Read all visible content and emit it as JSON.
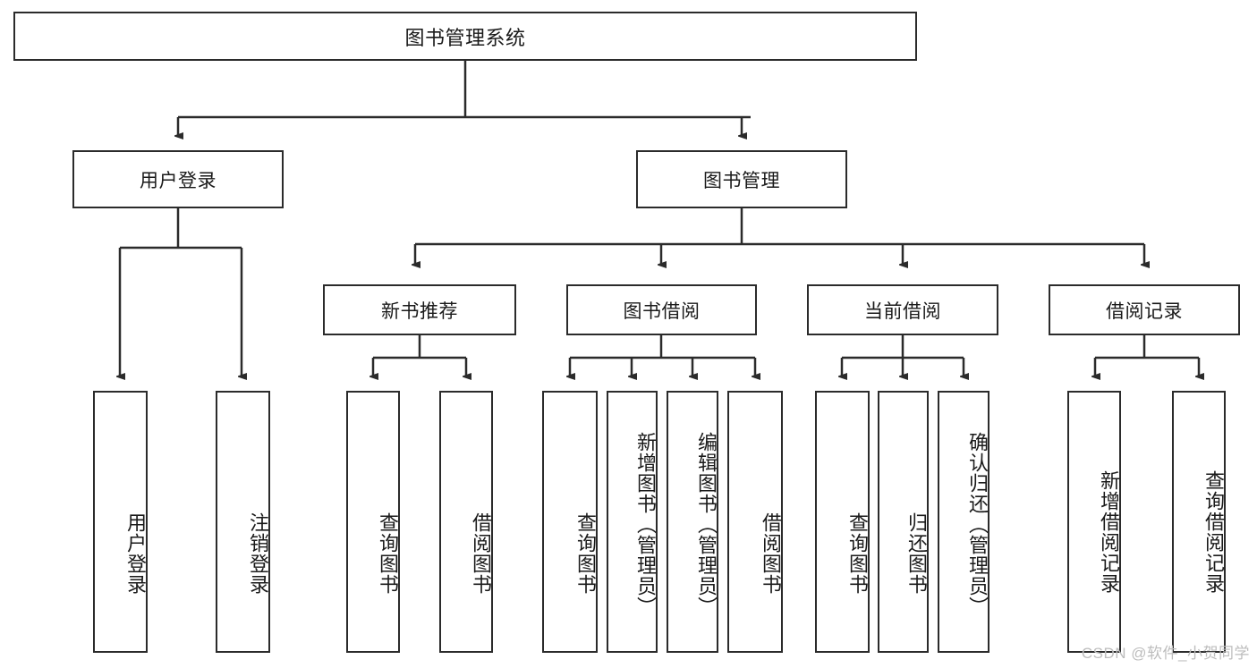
{
  "diagram": {
    "type": "tree",
    "title": "图书管理系统",
    "root": {
      "label": "图书管理系统"
    },
    "level1": [
      {
        "label": "用户登录"
      },
      {
        "label": "图书管理"
      }
    ],
    "level2": [
      {
        "label": "新书推荐"
      },
      {
        "label": "图书借阅"
      },
      {
        "label": "当前借阅"
      },
      {
        "label": "借阅记录"
      }
    ],
    "leaves": {
      "user_login": [
        {
          "label": "用户登录"
        },
        {
          "label": "注销登录"
        }
      ],
      "new_book_recommend": [
        {
          "label": "查询图书"
        },
        {
          "label": "借阅图书"
        }
      ],
      "book_borrow": [
        {
          "label": "查询图书"
        },
        {
          "label": "新增图书（管理员）"
        },
        {
          "label": "编辑图书（管理员）"
        },
        {
          "label": "借阅图书"
        }
      ],
      "current_borrow": [
        {
          "label": "查询图书"
        },
        {
          "label": "归还图书"
        },
        {
          "label": "确认归还（管理员）"
        }
      ],
      "borrow_records": [
        {
          "label": "新增借阅记录"
        },
        {
          "label": "查询借阅记录"
        }
      ]
    }
  },
  "watermark": {
    "text": "CSDN @软件_小贺同学"
  },
  "colors": {
    "stroke": "#2b2b2b",
    "background": "#ffffff",
    "text": "#1a1a1a",
    "watermark": "#bdbdbd"
  }
}
